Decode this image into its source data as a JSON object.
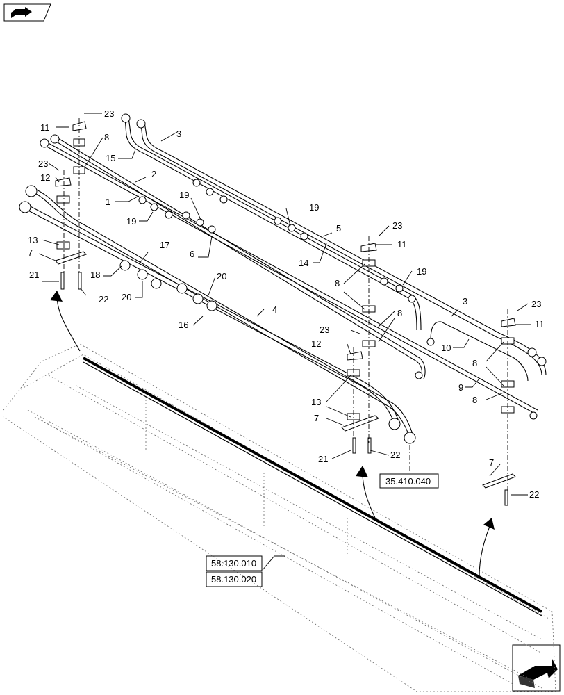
{
  "callouts": {
    "c23a": "23",
    "c11a": "11",
    "c8a": "8",
    "c15": "15",
    "c3a": "3",
    "c2": "2",
    "c1": "1",
    "c23b": "23",
    "c12a": "12",
    "c19a": "19",
    "c19b": "19",
    "c19c": "19",
    "c13a": "13",
    "c7a": "7",
    "c6": "6",
    "c17": "17",
    "c18": "18",
    "c21a": "21",
    "c22a": "22",
    "c20a": "20",
    "c20b": "20",
    "c16": "16",
    "c4": "4",
    "c5": "5",
    "c14": "14",
    "c23c": "23",
    "c11b": "11",
    "c8b": "8",
    "c8c": "8",
    "c19d": "19",
    "c3b": "3",
    "c23d": "23",
    "c11c": "11",
    "c10": "10",
    "c23e": "23",
    "c12b": "12",
    "c8d": "8",
    "c9": "9",
    "c8e": "8",
    "c13b": "13",
    "c7b": "7",
    "c21b": "21",
    "c22b": "22",
    "c7c": "7",
    "c22c": "22"
  },
  "references": {
    "ref_35410040": "35.410.040",
    "ref_58130010": "58.130.010",
    "ref_58130020": "58.130.020"
  },
  "icons": {
    "top_left": "nav-arrow-icon",
    "bottom_right": "orientation-arrow-icon"
  }
}
